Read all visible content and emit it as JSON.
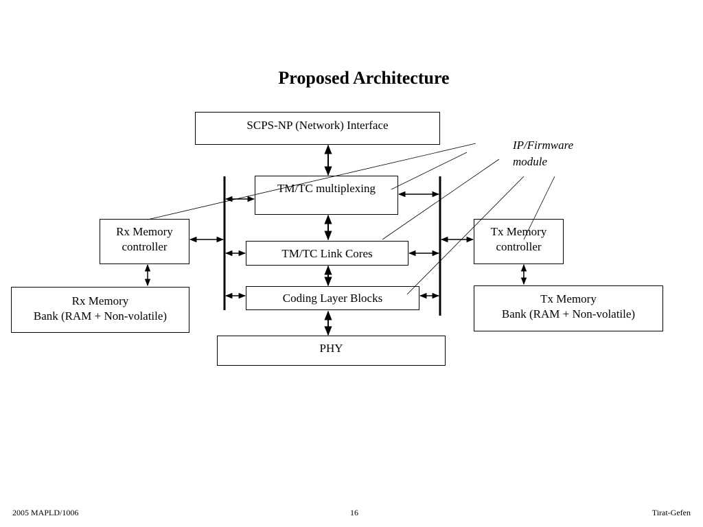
{
  "slide": {
    "title": "Proposed Architecture"
  },
  "blocks": {
    "scps": "SCPS-NP (Network)  Interface",
    "multiplexing": "TM/TC multiplexing",
    "link_cores": "TM/TC Link Cores",
    "coding": "Coding Layer Blocks",
    "phy": "PHY",
    "rx_ctrl": [
      "Rx Memory",
      "controller"
    ],
    "tx_ctrl": [
      "Tx Memory",
      "controller"
    ],
    "rx_bank": [
      "Rx Memory",
      "Bank (RAM + Non-volatile)"
    ],
    "tx_bank": [
      "Tx Memory",
      "Bank (RAM + Non-volatile)"
    ]
  },
  "callout": [
    "IP/Firmware",
    "module"
  ],
  "footer": {
    "left": "2005 MAPLD/1006",
    "center": "16",
    "right": "Tirat-Gefen"
  }
}
